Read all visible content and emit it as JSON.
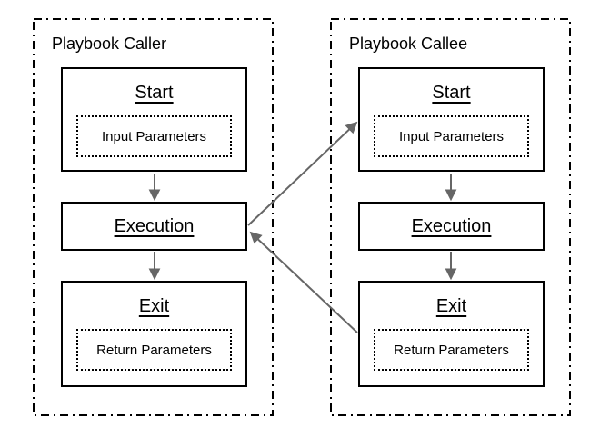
{
  "caller": {
    "title": "Playbook Caller",
    "start": {
      "label": "Start",
      "param": "Input Parameters"
    },
    "execution": {
      "label": "Execution"
    },
    "exit": {
      "label": "Exit",
      "param": "Return Parameters"
    }
  },
  "callee": {
    "title": "Playbook Callee",
    "start": {
      "label": "Start",
      "param": "Input Parameters"
    },
    "execution": {
      "label": "Execution"
    },
    "exit": {
      "label": "Exit",
      "param": "Return Parameters"
    }
  },
  "edges": [
    {
      "from": "caller-start",
      "to": "caller-execution"
    },
    {
      "from": "caller-execution",
      "to": "caller-exit"
    },
    {
      "from": "callee-start",
      "to": "callee-execution"
    },
    {
      "from": "callee-execution",
      "to": "callee-exit"
    },
    {
      "from": "caller-execution",
      "to": "callee-start"
    },
    {
      "from": "callee-exit",
      "to": "caller-execution"
    }
  ],
  "colors": {
    "box_border": "#000000",
    "arrow": "#666666",
    "background": "#ffffff"
  }
}
